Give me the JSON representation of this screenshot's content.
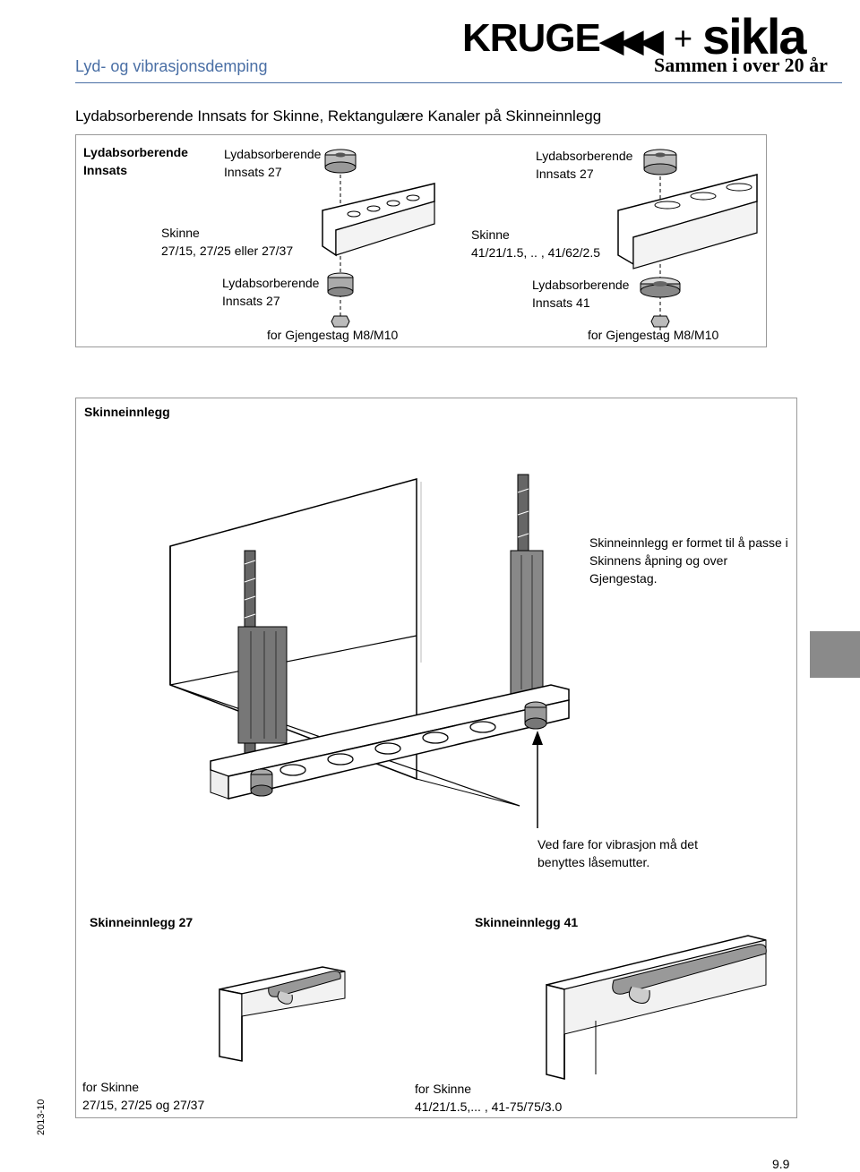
{
  "header": {
    "section_title": "Lyd- og vibrasjonsdemping",
    "logo_kruge": "KRUGE",
    "logo_plus": "+",
    "logo_sikla": "sikla",
    "tagline": "Sammen i over 20 år"
  },
  "page_heading": "Lydabsorberende Innsats for Skinne, Rektangulære Kanaler på Skinneinnlegg",
  "panel_top": {
    "title": "Lydabsorberende\nInnsats",
    "left_top_label": "Lydabsorberende\nInnsats 27",
    "right_top_label": "Lydabsorberende\nInnsats 27",
    "left_rail_label": "Skinne\n27/15, 27/25 eller 27/37",
    "right_rail_label": "Skinne\n41/21/1.5, .. , 41/62/2.5",
    "left_bottom_label": "Lydabsorberende\nInnsats 27",
    "right_bottom_label": "Lydabsorberende\nInnsats 41",
    "left_rod_label": "for Gjengestag M8/M10",
    "right_rod_label": "for Gjengestag M8/M10"
  },
  "panel_bottom": {
    "title": "Skinneinnlegg",
    "description": "Skinneinnlegg er formet til å passe i\nSkinnens åpning og over\nGjengestag.",
    "warning": "Ved fare for vibrasjon må det\nbenyttes låsemutter.",
    "left_insert_title": "Skinneinnlegg 27",
    "right_insert_title": "Skinneinnlegg 41",
    "left_insert_caption": "for Skinne\n27/15, 27/25 og 27/37",
    "right_insert_caption": "for Skinne\n41/21/1.5,... , 41-75/75/3.0"
  },
  "footer": {
    "date_code": "2013-10",
    "page_number": "9.9"
  }
}
